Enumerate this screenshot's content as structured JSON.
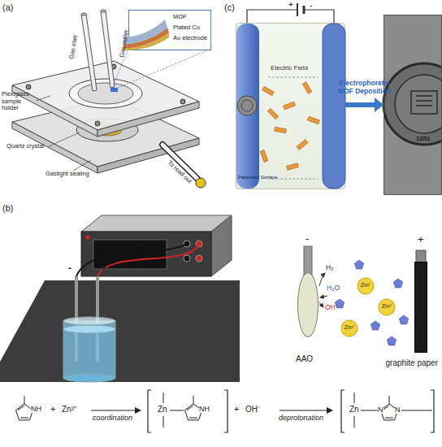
{
  "diagram": {
    "nodes": [
      {
        "text": [
          "MOF",
          "Plated Cu",
          "Au electrode"
        ]
      },
      {
        "text": [
          "Electric Field"
        ]
      },
      {
        "text": [
          "Patterned Surface"
        ],
        "in": 1
      },
      {
        "text": [
          "1851"
        ]
      },
      {
        "text": [
          "AAO"
        ]
      },
      {
        "text": [
          "graphite paper"
        ]
      }
    ],
    "edges": [
      {
        "from": 1,
        "to": 3,
        "arrow": "to",
        "label": "Electrophoretic MOF Deposition"
      }
    ],
    "labels": [
      "(a)",
      "Gas inlet",
      "Gas outlet",
      "Plexiglass sample holder",
      "Quartz crystal",
      "Gastight sealing",
      "To read out",
      "(c)",
      "+",
      "-",
      "(b)",
      "-",
      "+",
      "-",
      "+",
      "H₂",
      "H₂O",
      "OH⁻",
      "Zn²⁺",
      "Zn²⁺",
      "Zn²⁺",
      "NH",
      "+",
      "Zn²⁺",
      "coordination",
      "Zn",
      "NH",
      "+",
      "OH⁻",
      "deprotonation",
      "Zn",
      "N",
      "N"
    ]
  }
}
